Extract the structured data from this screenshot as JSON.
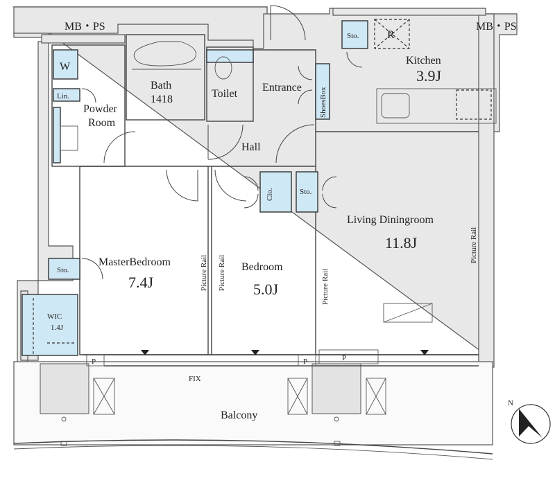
{
  "plan": {
    "mbps_left": "MB・PS",
    "mbps_right": "MB・PS",
    "kitchen_storage": "Sto.",
    "fridge": "R",
    "kitchen": {
      "name": "Kitchen",
      "size": "3.9J"
    },
    "washer": "W",
    "linen": "Lin.",
    "powder_room": {
      "line1": "Powder",
      "line2": "Room"
    },
    "bath": {
      "name": "Bath",
      "size": "1418"
    },
    "toilet": "Toilet",
    "entrance": "Entrance",
    "shoes_box": "ShoesBox",
    "hall": "Hall",
    "closet": "Clo.",
    "closet_storage": "Sto.",
    "living": {
      "name": "Living Diningroom",
      "size": "11.8J"
    },
    "picture_rails": [
      "Picture Rail",
      "Picture Rail",
      "Picture Rail",
      "Picture Rail"
    ],
    "master_bedroom": {
      "name": "MasterBedroom",
      "size": "7.4J"
    },
    "master_storage": "Sto.",
    "bedroom": {
      "name": "Bedroom",
      "size": "5.0J"
    },
    "wic": {
      "name": "WIC",
      "size": "1.4J"
    },
    "pipe_spaces": [
      "P",
      "P",
      "P"
    ],
    "fix": "FIX",
    "balcony": "Balcony",
    "north": "N"
  },
  "colors": {
    "fixture_blue": "#cfe8f5",
    "wall_gray": "#e8e8e8"
  }
}
